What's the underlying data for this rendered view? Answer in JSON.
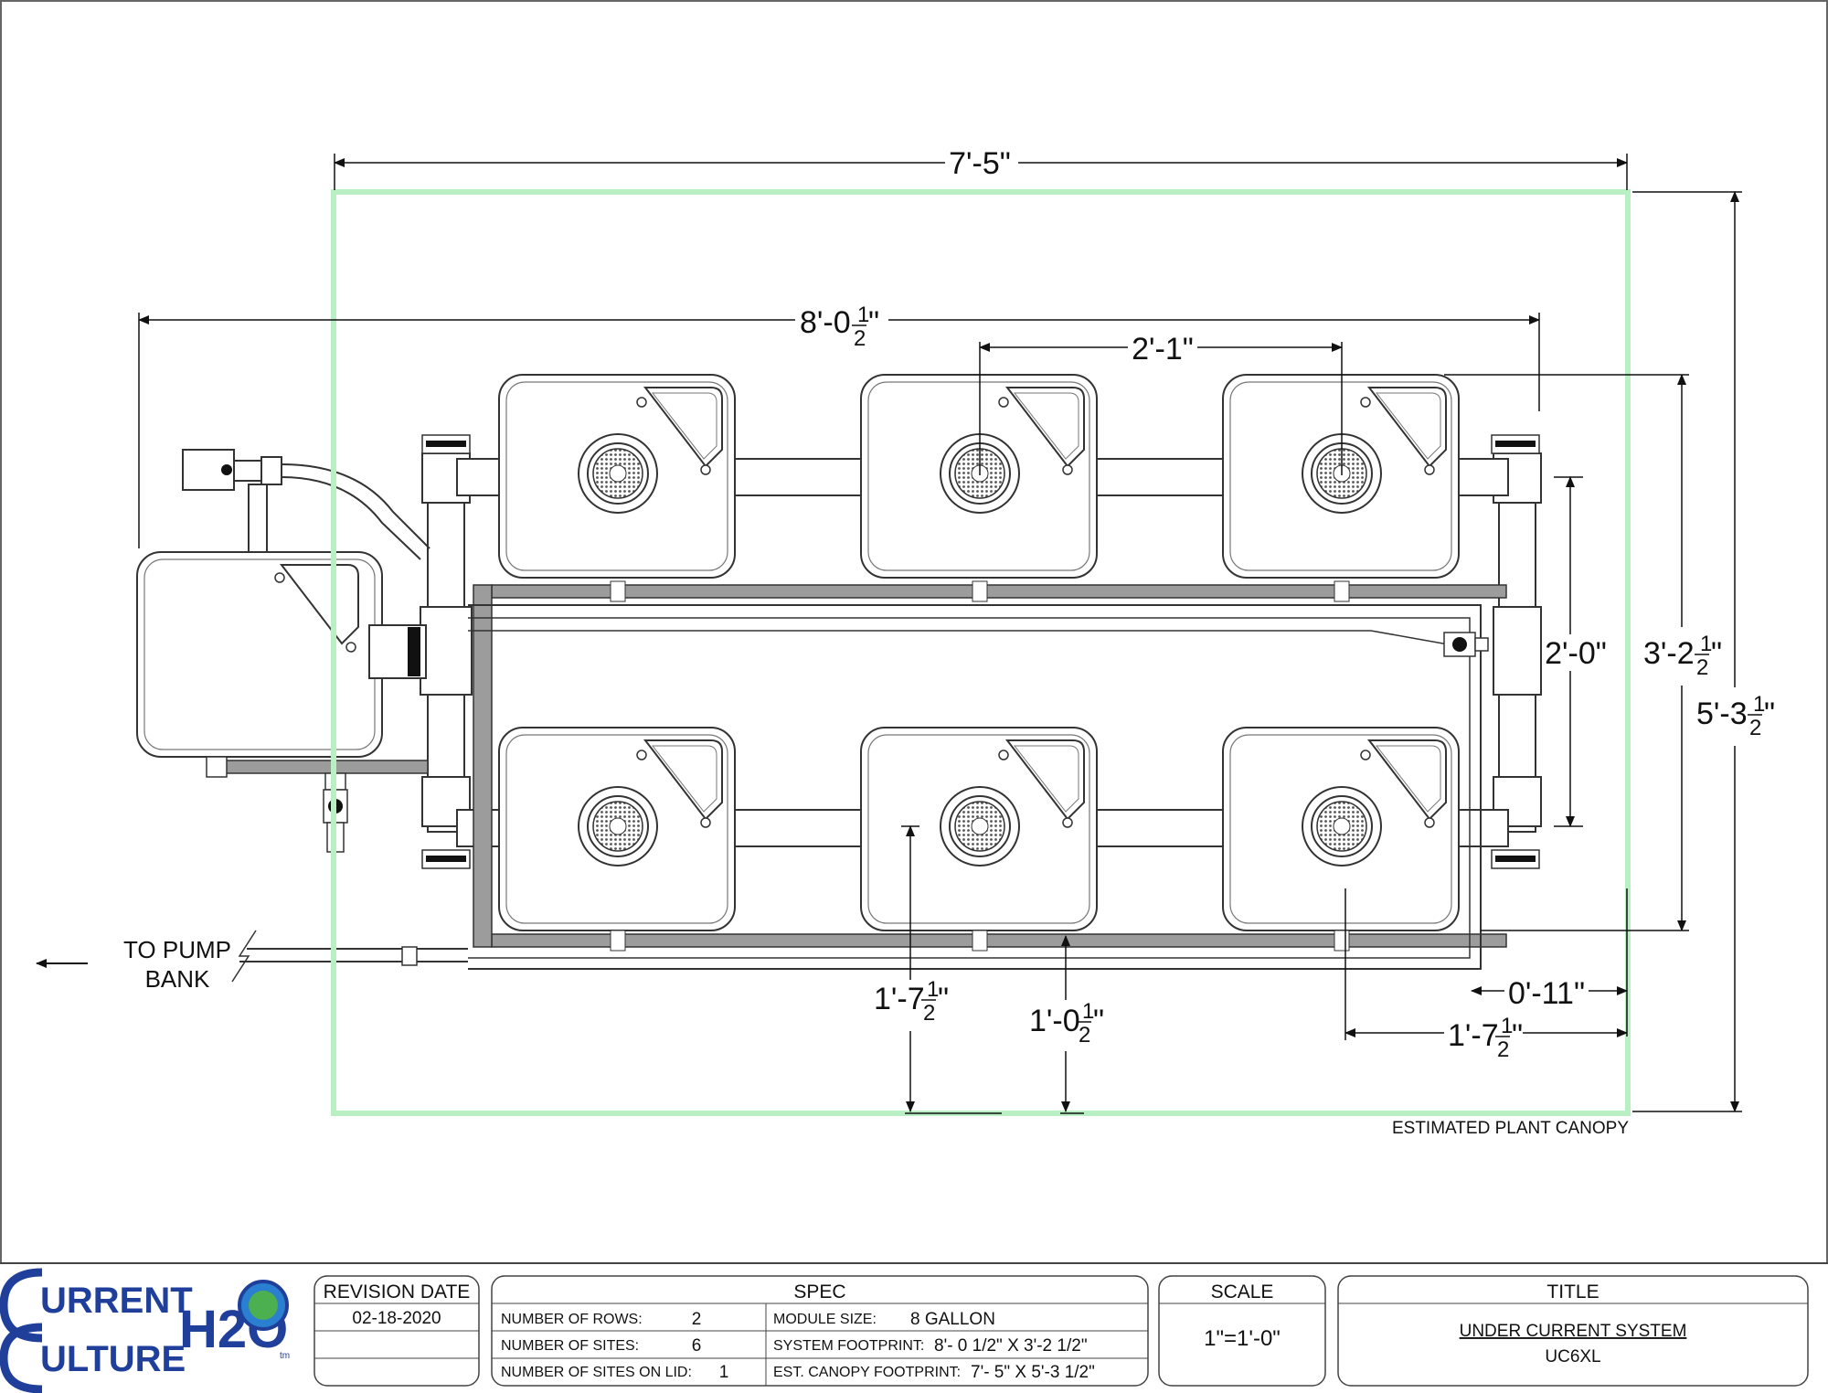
{
  "dimensions": {
    "canopy_width": "7'-5\"",
    "system_width_main": "8'-0",
    "system_width_frac": "1",
    "system_width_den": "2",
    "system_width_tail": "\"",
    "module_spacing": "2'-1\"",
    "row_spacing": "2'-0\"",
    "system_depth_main": "3'-2",
    "system_depth_frac": "1",
    "system_depth_den": "2",
    "system_depth_tail": "\"",
    "canopy_depth_main": "5'-3",
    "canopy_depth_frac": "1",
    "canopy_depth_den": "2",
    "canopy_depth_tail": "\"",
    "edge_offset_right": "0'-11\"",
    "offset_a_main": "1'-7",
    "offset_a_frac": "1",
    "offset_a_den": "2",
    "offset_a_tail": "\"",
    "offset_b_main": "1'-0",
    "offset_b_frac": "1",
    "offset_b_den": "2",
    "offset_b_tail": "\"",
    "offset_c_main": "1'-7",
    "offset_c_frac": "1",
    "offset_c_den": "2",
    "offset_c_tail": "\""
  },
  "labels": {
    "canopy": "ESTIMATED PLANT CANOPY",
    "pump_line1": "TO PUMP",
    "pump_line2": "BANK"
  },
  "colors": {
    "canopy_outline": "#b8f0c4",
    "logo_blue": "#1f3f9a",
    "pipe_gray": "#9c9c9c"
  },
  "logo": {
    "line1": "URRENT",
    "line2": "ULTURE",
    "mark": "H2O",
    "tm": "tm"
  },
  "title_block": {
    "revision_label": "REVISION DATE",
    "revision_date": "02-18-2020",
    "spec_label": "SPEC",
    "rows_label": "NUMBER OF ROWS:",
    "rows_value": "2",
    "sites_label": "NUMBER OF SITES:",
    "sites_value": "6",
    "lid_label": "NUMBER OF SITES ON LID:",
    "lid_value": "1",
    "module_label": "MODULE SIZE:",
    "module_value": "8 GALLON",
    "footprint_label": "SYSTEM FOOTPRINT:",
    "footprint_value": "8'- 0 1/2\" X 3'-2 1/2\"",
    "canopy_label": "EST. CANOPY FOOTPRINT:",
    "canopy_value": "7'- 5\" X 5'-3 1/2\"",
    "scale_label": "SCALE",
    "scale_value": "1\"=1'-0\"",
    "title_label": "TITLE",
    "title_line1": "UNDER CURRENT SYSTEM",
    "title_line2": "UC6XL"
  }
}
